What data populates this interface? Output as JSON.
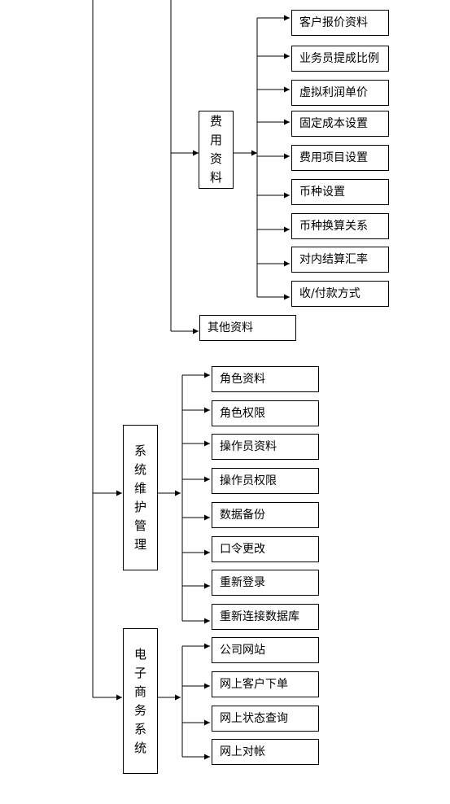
{
  "fee_group": {
    "title_chars": [
      "费",
      "用",
      "资",
      "料"
    ],
    "items": [
      "客户报价资料",
      "业务员提成比例",
      "虚拟利润单价",
      "固定成本设置",
      "费用项目设置",
      "币种设置",
      "币种换算关系",
      "对内结算汇率",
      "收/付款方式"
    ]
  },
  "other_data": "其他资料",
  "sys_maint": {
    "title_chars": [
      "系",
      "统",
      "维",
      "护",
      "管",
      "理"
    ],
    "items": [
      "角色资料",
      "角色权限",
      "操作员资料",
      "操作员权限",
      "数据备份",
      "口令更改",
      "重新登录",
      "重新连接数据库"
    ]
  },
  "ecommerce": {
    "title_chars": [
      "电",
      "子",
      "商",
      "务",
      "系",
      "统"
    ],
    "items": [
      "公司网站",
      "网上客户下单",
      "网上状态查询",
      "网上对帐"
    ]
  }
}
